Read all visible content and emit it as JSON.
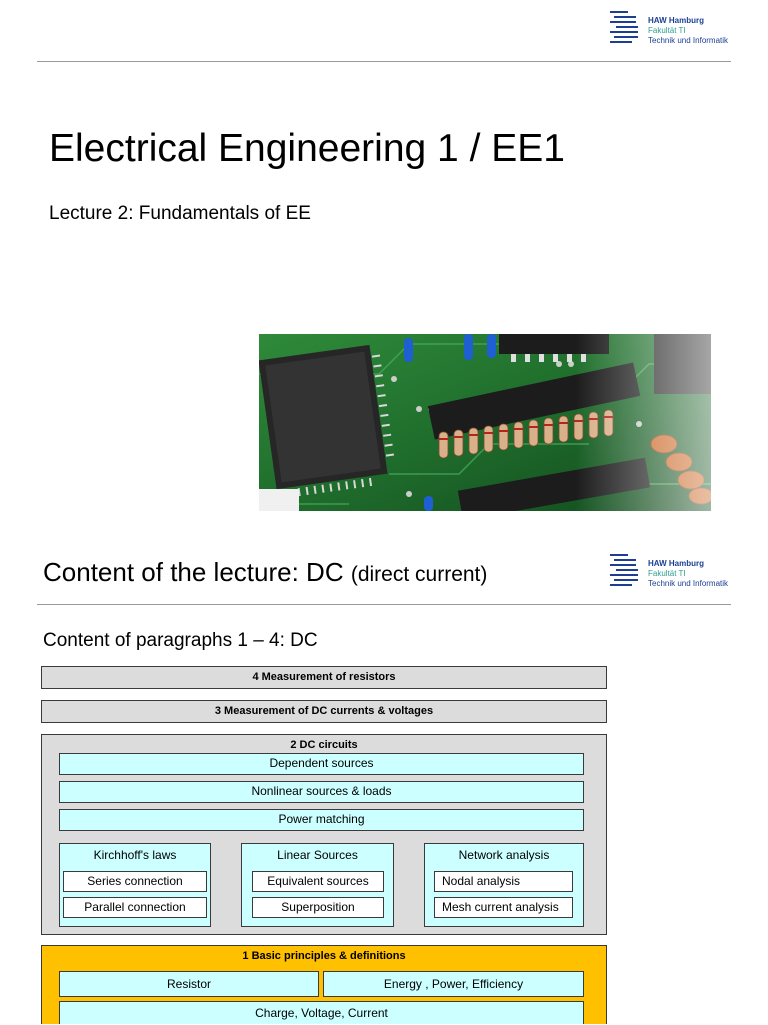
{
  "logo": {
    "line1": "HAW Hamburg",
    "line2": "Fakultät TI",
    "line3": "Technik und Informatik"
  },
  "slide1": {
    "title": "Electrical Engineering 1 / EE1",
    "subtitle": "Lecture 2: Fundamentals of EE"
  },
  "slide2": {
    "title": "Content of the lecture: DC",
    "title_suffix": "(direct current)",
    "section_heading": "Content of paragraphs 1 – 4: DC",
    "ch4": "4 Measurement of resistors",
    "ch3": "3 Measurement of DC currents & voltages",
    "ch2": {
      "label": "2 DC circuits",
      "rows": [
        "Dependent sources",
        "Nonlinear sources & loads",
        "Power matching"
      ],
      "groups": [
        {
          "title": "Kirchhoff's laws",
          "items": [
            "Series connection",
            "Parallel connection"
          ]
        },
        {
          "title": "Linear Sources",
          "items": [
            "Equivalent sources",
            "Superposition"
          ]
        },
        {
          "title": "Network analysis",
          "items": [
            "Nodal analysis",
            "Mesh current analysis"
          ]
        }
      ]
    },
    "ch1": {
      "label": "1 Basic principles & definitions",
      "left": "Resistor",
      "right": "Energy , Power, Efficiency",
      "bottom": "Charge, Voltage, Current"
    }
  },
  "colors": {
    "logo_blue": "#1c3f94",
    "logo_teal": "#2e9e8f",
    "gray_box": "#dcdcdc",
    "cyan_box": "#ccffff",
    "orange_box": "#ffc000"
  }
}
